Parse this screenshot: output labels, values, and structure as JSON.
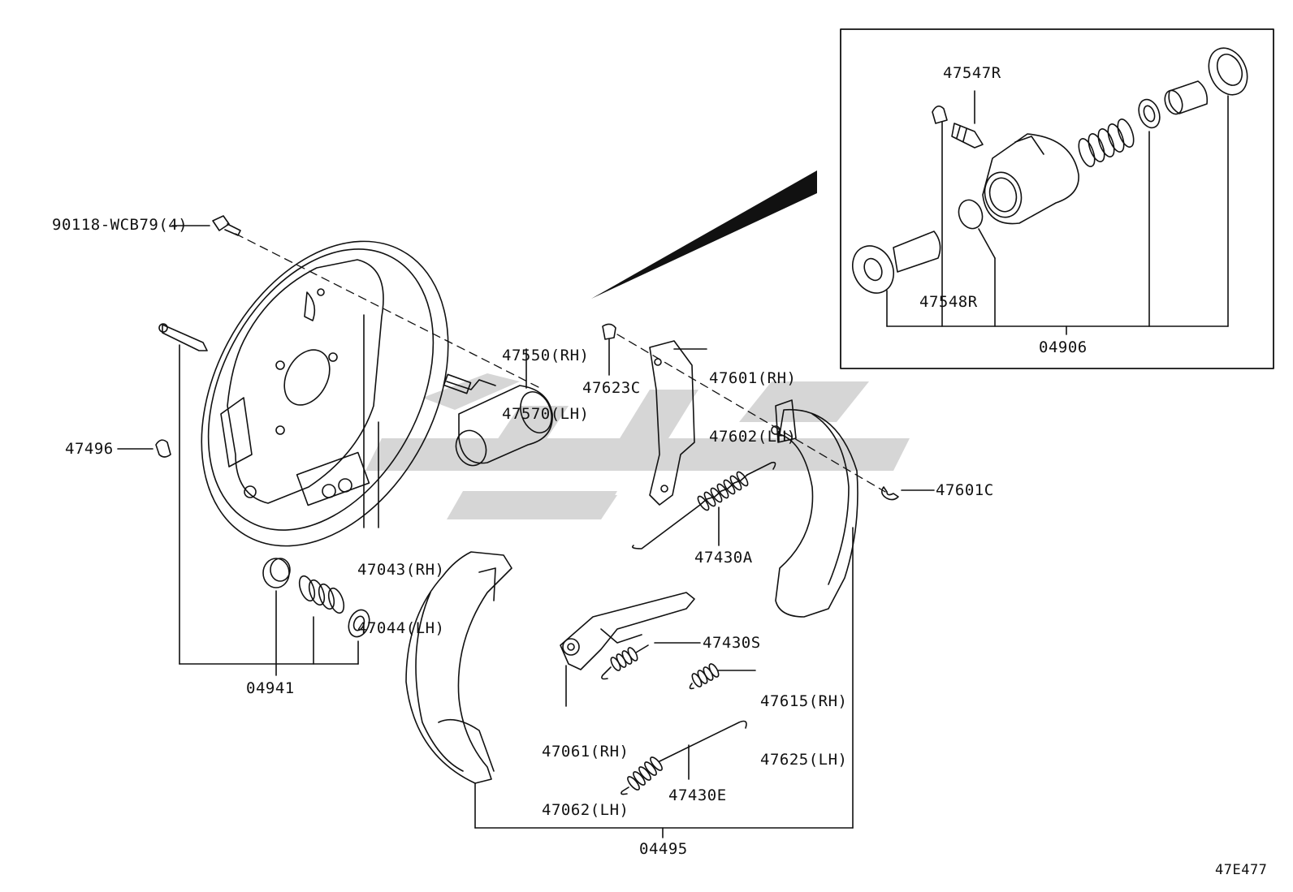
{
  "diagram_code": "47E477",
  "detail_label": "04906",
  "parts": {
    "bolt": "90118-WCB79(4)",
    "pin": "47496",
    "backing_plate": [
      "47043(RH)",
      "47044(LH)"
    ],
    "hold_down_kit": "04941",
    "wheel_cylinder": [
      "47550(RH)",
      "47570(LH)"
    ],
    "bleeder_cap": "47623C",
    "lever": [
      "47601(RH)",
      "47602(LH)"
    ],
    "clip": "47601C",
    "return_spring": "47430A",
    "adjuster_spring": "47430S",
    "adjuster": [
      "47061(RH)",
      "47062(LH)"
    ],
    "lever_spring": [
      "47615(RH)",
      "47625(LH)"
    ],
    "tension_spring": "47430E",
    "shoe_kit": "04495",
    "bleeder_plug": "47547R",
    "boot": "47548R"
  },
  "watermark": {
    "color": "#c8c8c8"
  }
}
